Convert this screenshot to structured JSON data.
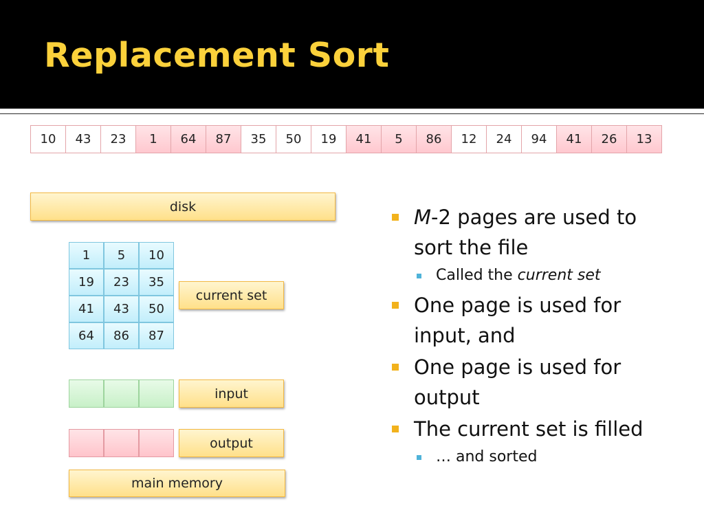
{
  "slide": {
    "title": "Replacement Sort"
  },
  "sequence": [
    {
      "value": "10",
      "style": "white"
    },
    {
      "value": "43",
      "style": "white"
    },
    {
      "value": "23",
      "style": "white"
    },
    {
      "value": "1",
      "style": "pink"
    },
    {
      "value": "64",
      "style": "pink"
    },
    {
      "value": "87",
      "style": "pink"
    },
    {
      "value": "35",
      "style": "white"
    },
    {
      "value": "50",
      "style": "white"
    },
    {
      "value": "19",
      "style": "white"
    },
    {
      "value": "41",
      "style": "pink"
    },
    {
      "value": "5",
      "style": "pink"
    },
    {
      "value": "86",
      "style": "pink"
    },
    {
      "value": "12",
      "style": "white"
    },
    {
      "value": "24",
      "style": "white"
    },
    {
      "value": "94",
      "style": "white"
    },
    {
      "value": "41",
      "style": "pink"
    },
    {
      "value": "26",
      "style": "pink"
    },
    {
      "value": "13",
      "style": "pink"
    }
  ],
  "diagram": {
    "disk_label": "disk",
    "current_set_label": "current set",
    "input_label": "input",
    "output_label": "output",
    "main_memory_label": "main memory",
    "current_set": [
      [
        "1",
        "5",
        "10"
      ],
      [
        "19",
        "23",
        "35"
      ],
      [
        "41",
        "43",
        "50"
      ],
      [
        "64",
        "86",
        "87"
      ]
    ],
    "input_cells": [
      "",
      "",
      ""
    ],
    "output_cells": [
      "",
      "",
      ""
    ]
  },
  "bullets": {
    "b1_italic": "M",
    "b1_text": "-2 pages are used to sort the file",
    "b1_sub_prefix": "Called the ",
    "b1_sub_italic": "current set",
    "b2_text": "One page is used for input, and",
    "b3_text": "One page is used for output",
    "b4_text": "The current set is filled",
    "b4_sub": "… and sorted"
  },
  "colors": {
    "title": "#fbd13b",
    "header_bg": "#000000",
    "bullet_marker": "#f2b21c",
    "sub_bullet_marker": "#4fb3d9"
  }
}
